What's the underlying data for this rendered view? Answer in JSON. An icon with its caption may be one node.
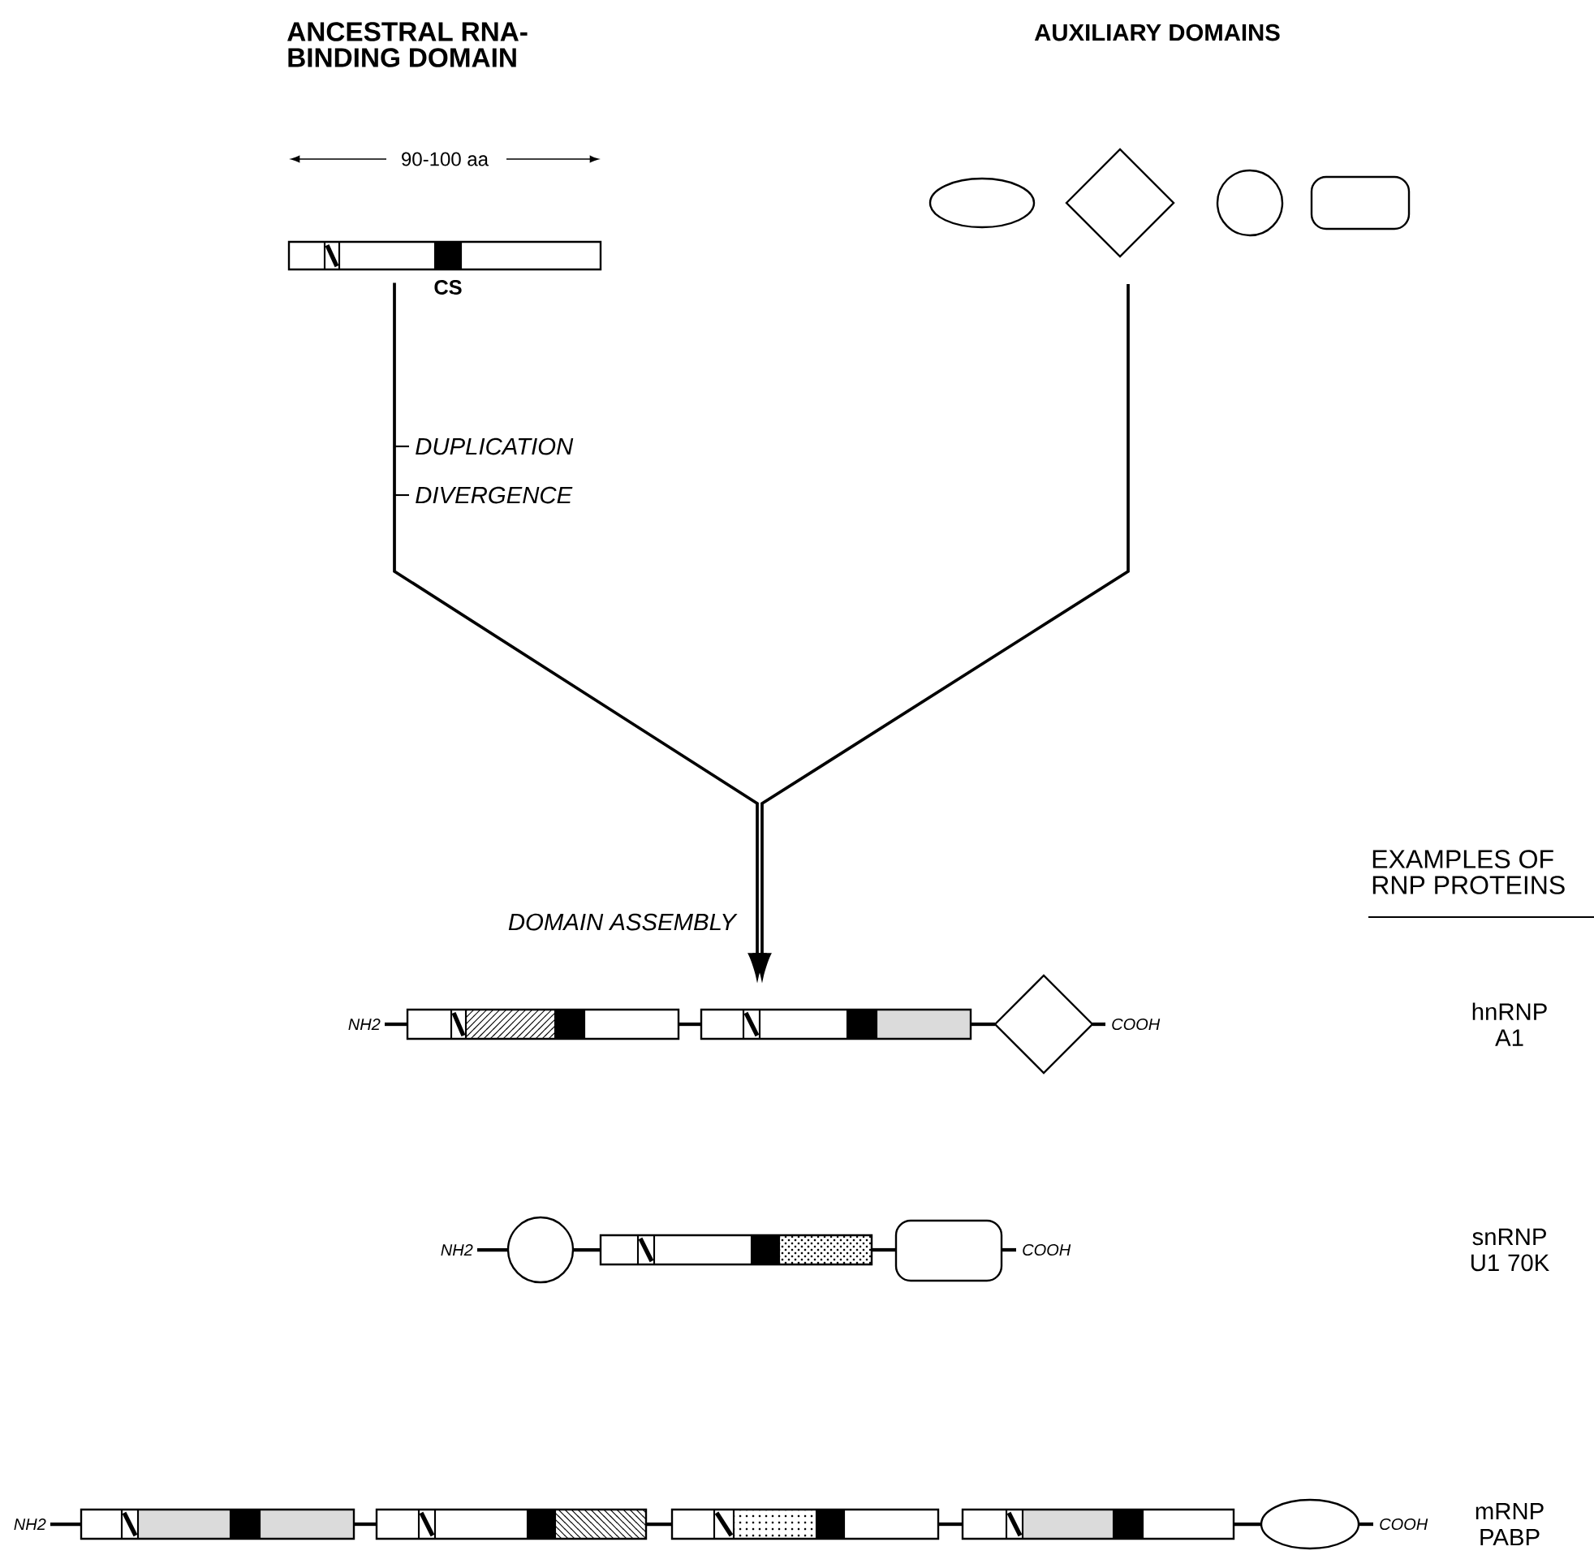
{
  "diagram": {
    "nodes": [
      {
        "text": [],
        "shape": "bar",
        "beside": [
          "90-100 aa",
          "CS"
        ]
      },
      {
        "text": [],
        "shape": "bar",
        "beside": [
          "NH2",
          "COOH"
        ]
      },
      {
        "text": [],
        "shape": "bar",
        "beside": [
          "NH2",
          "COOH"
        ]
      },
      {
        "text": [],
        "shape": "bar",
        "beside": [
          "NH2",
          "COOH"
        ]
      }
    ],
    "edges": [
      {
        "from": 0,
        "to": 1,
        "arrow": "to"
      },
      {
        "from": null,
        "to": 1,
        "arrow": "to"
      }
    ],
    "labels": [
      "ANCESTRAL RNA-BINDING DOMAIN",
      "AUXILIARY DOMAINS",
      "DUPLICATION",
      "DIVERGENCE",
      "DOMAIN ASSEMBLY",
      "EXAMPLES OF RNP PROTEINS",
      "hnRNP A1",
      "snRNP U1 70K",
      "mRNP PABP"
    ]
  }
}
